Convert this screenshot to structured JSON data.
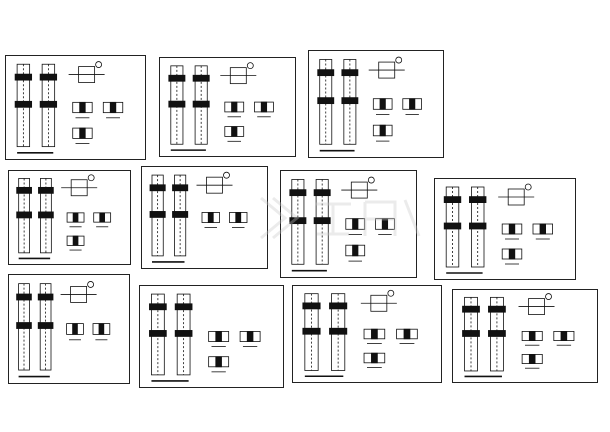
{
  "drawing_set": {
    "sheet_count": 11,
    "stroke_color": "#111111",
    "paper_color": "#ffffff",
    "watermark_color": "#c8c8c8"
  },
  "sheets": [
    {
      "id": "sheet-1",
      "section_marks": 3,
      "has_large_detail": true
    },
    {
      "id": "sheet-2",
      "section_marks": 3,
      "has_large_detail": true
    },
    {
      "id": "sheet-3",
      "section_marks": 3,
      "has_large_detail": true
    },
    {
      "id": "sheet-4",
      "section_marks": 3,
      "has_large_detail": true
    },
    {
      "id": "sheet-5",
      "section_marks": 2,
      "has_large_detail": true
    },
    {
      "id": "sheet-6",
      "section_marks": 3,
      "has_large_detail": true
    },
    {
      "id": "sheet-7",
      "section_marks": 3,
      "has_large_detail": true
    },
    {
      "id": "sheet-8",
      "section_marks": 2,
      "has_large_detail": true
    },
    {
      "id": "sheet-9",
      "section_marks": 3,
      "has_large_detail": false
    },
    {
      "id": "sheet-10",
      "section_marks": 3,
      "has_large_detail": true
    },
    {
      "id": "sheet-11",
      "section_marks": 3,
      "has_large_detail": true
    }
  ]
}
